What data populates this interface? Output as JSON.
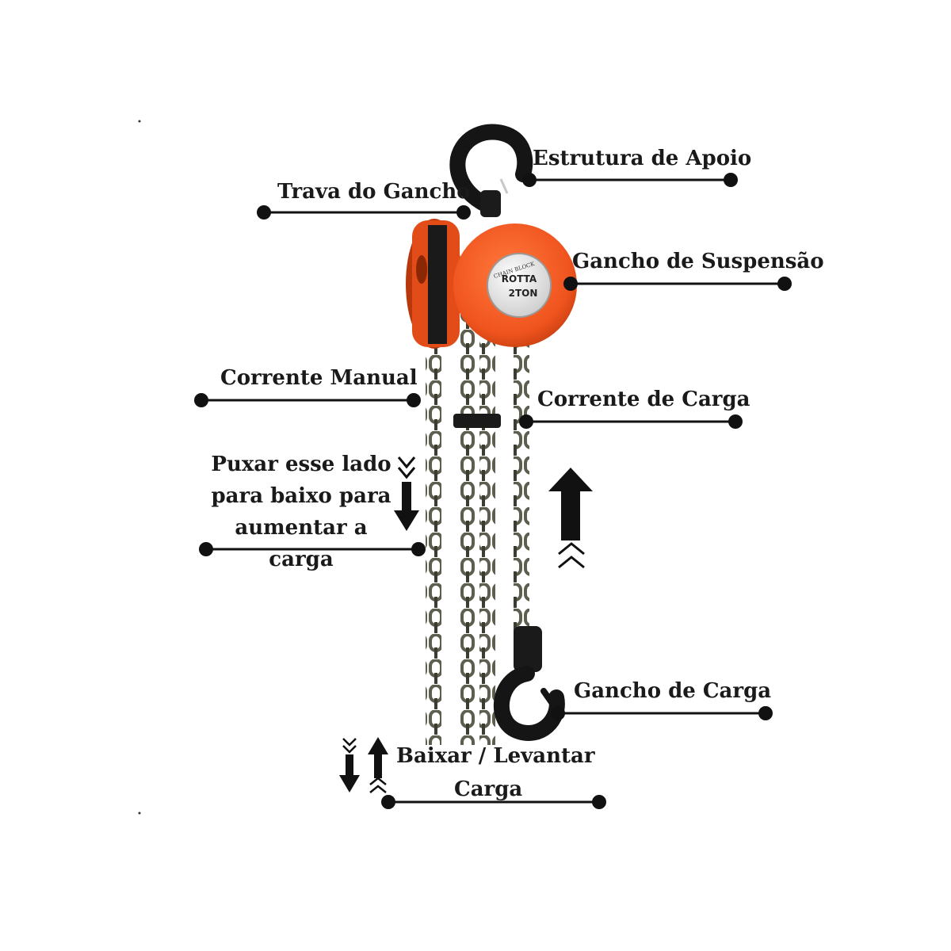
{
  "colors": {
    "hoist_orange": "#f0541e",
    "hoist_dark": "#c43e10",
    "chain": "#6f6f5e",
    "chain_dark": "#3c3c30",
    "ink": "#111111",
    "background": "#ffffff"
  },
  "badge": {
    "arc_text": "CHAIN BLOCK",
    "brand": "ROTTA",
    "capacity": "2TON"
  },
  "labels": {
    "estrutura": "Estrutura de Apoio",
    "trava": "Trava do Gancho",
    "suspensao": "Gancho de Suspensão",
    "manual": "Corrente Manual",
    "carga_corrente": "Corrente de Carga",
    "puxar": "Puxar esse lado para baixo para aumentar a carga",
    "gancho_carga": "Gancho de Carga",
    "baixar": "Baixar / Levantar",
    "baixar_2": "Carga"
  },
  "icons": {
    "pull_down": "arrow-down-icon",
    "lift_up": "arrow-up-icon",
    "lower_raise": "arrow-up-down-icon"
  }
}
